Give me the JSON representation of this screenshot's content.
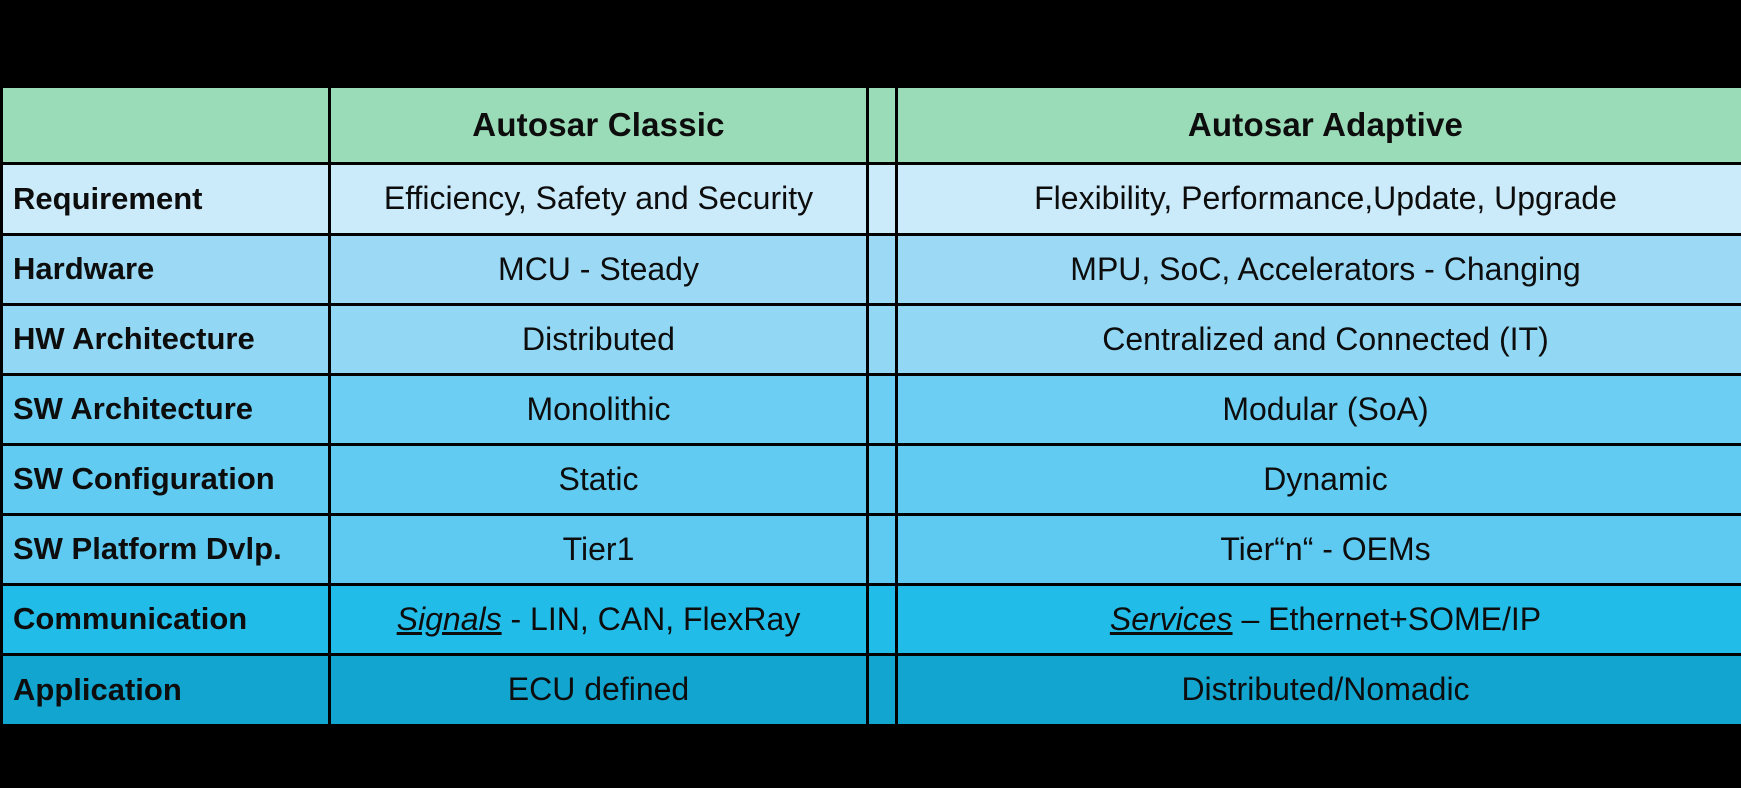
{
  "table": {
    "columns": [
      {
        "key": "label",
        "header": ""
      },
      {
        "key": "classic",
        "header": "Autosar Classic"
      },
      {
        "key": "gap",
        "header": ""
      },
      {
        "key": "adaptive",
        "header": "Autosar Adaptive"
      }
    ],
    "rows": [
      {
        "label": "Requirement",
        "classic": "Efficiency, Safety and Security",
        "adaptive": "Flexibility, Performance,Update, Upgrade",
        "row_color": "#CCEBFA"
      },
      {
        "label": "Hardware",
        "classic": "MCU - Steady",
        "adaptive": "MPU, SoC, Accelerators - Changing",
        "row_color": "#9BD9F5"
      },
      {
        "label": "HW Architecture",
        "classic": "Distributed",
        "adaptive": "Centralized and Connected (IT)",
        "row_color": "#92D7F4"
      },
      {
        "label": "SW Architecture",
        "classic": "Monolithic",
        "adaptive": "Modular (SoA)",
        "row_color": "#6BCEF2"
      },
      {
        "label": "SW Configuration",
        "classic": "Static",
        "adaptive": "Dynamic",
        "row_color": "#62CBF1"
      },
      {
        "label": "SW Platform Dvlp.",
        "classic": "Tier1",
        "adaptive": "Tier“n“ - OEMs",
        "row_color": "#5FCAF1"
      },
      {
        "label": "Communication",
        "classic_prefix": "Signals",
        "classic_suffix": " - LIN, CAN, FlexRay",
        "adaptive_prefix": "Services",
        "adaptive_suffix": " – Ethernet+SOME/IP",
        "row_color": "#22BCE8"
      },
      {
        "label": "Application",
        "classic": "ECU defined",
        "adaptive": "Distributed/Nomadic",
        "row_color": "#12A5CF"
      }
    ],
    "header_color": "#9BDCB8",
    "background_color": "#000000",
    "divider_color": "#FFFFFF"
  }
}
